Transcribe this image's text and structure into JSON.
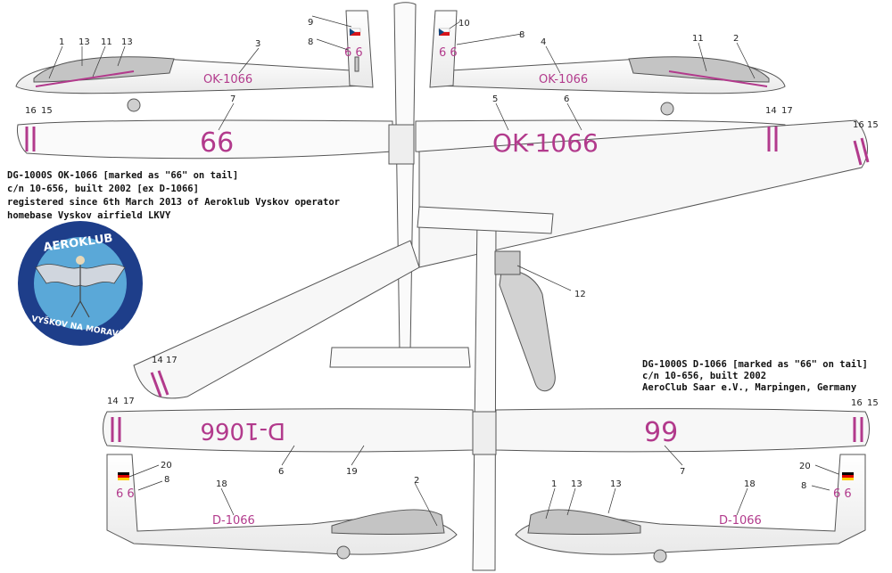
{
  "colors": {
    "magenta": "#b23a8c",
    "badge_outer": "#1e3e8a",
    "badge_inner": "#5aa8d8",
    "outline": "#555555",
    "canopy": "#bdbdbd"
  },
  "callouts": [
    "1",
    "2",
    "3",
    "4",
    "5",
    "6",
    "7",
    "8",
    "9",
    "10",
    "11",
    "12",
    "13",
    "14",
    "15",
    "16",
    "17",
    "18",
    "19",
    "20"
  ],
  "markings": {
    "ok_reg": "OK-1066",
    "d_reg": "D-1066",
    "tail_num": "66",
    "tail_num_fin": "6 6",
    "wing_num": "66",
    "wing_num_inverted": "99",
    "d_wing_inverted": "D-1066"
  },
  "notes": {
    "czech": [
      "DG-1000S  OK-1066 [marked as \"66\" on tail]",
      "c/n 10-656, built 2002 [ex D-1066]",
      "registered since 6th March 2013 of Aeroklub Vyskov operator",
      "homebase Vyskov airfield LKVY"
    ],
    "german": [
      "DG-1000S  D-1066 [marked as \"66\" on tail]",
      "c/n 10-656, built 2002",
      "AeroClub Saar e.V., Marpingen, Germany"
    ]
  },
  "badge": {
    "top": "AEROKLUB",
    "bottom": "VYŠKOV NA MORAVĚ"
  },
  "icons": [
    "czech-flag-icon",
    "german-flag-icon",
    "aeroklub-logo"
  ]
}
